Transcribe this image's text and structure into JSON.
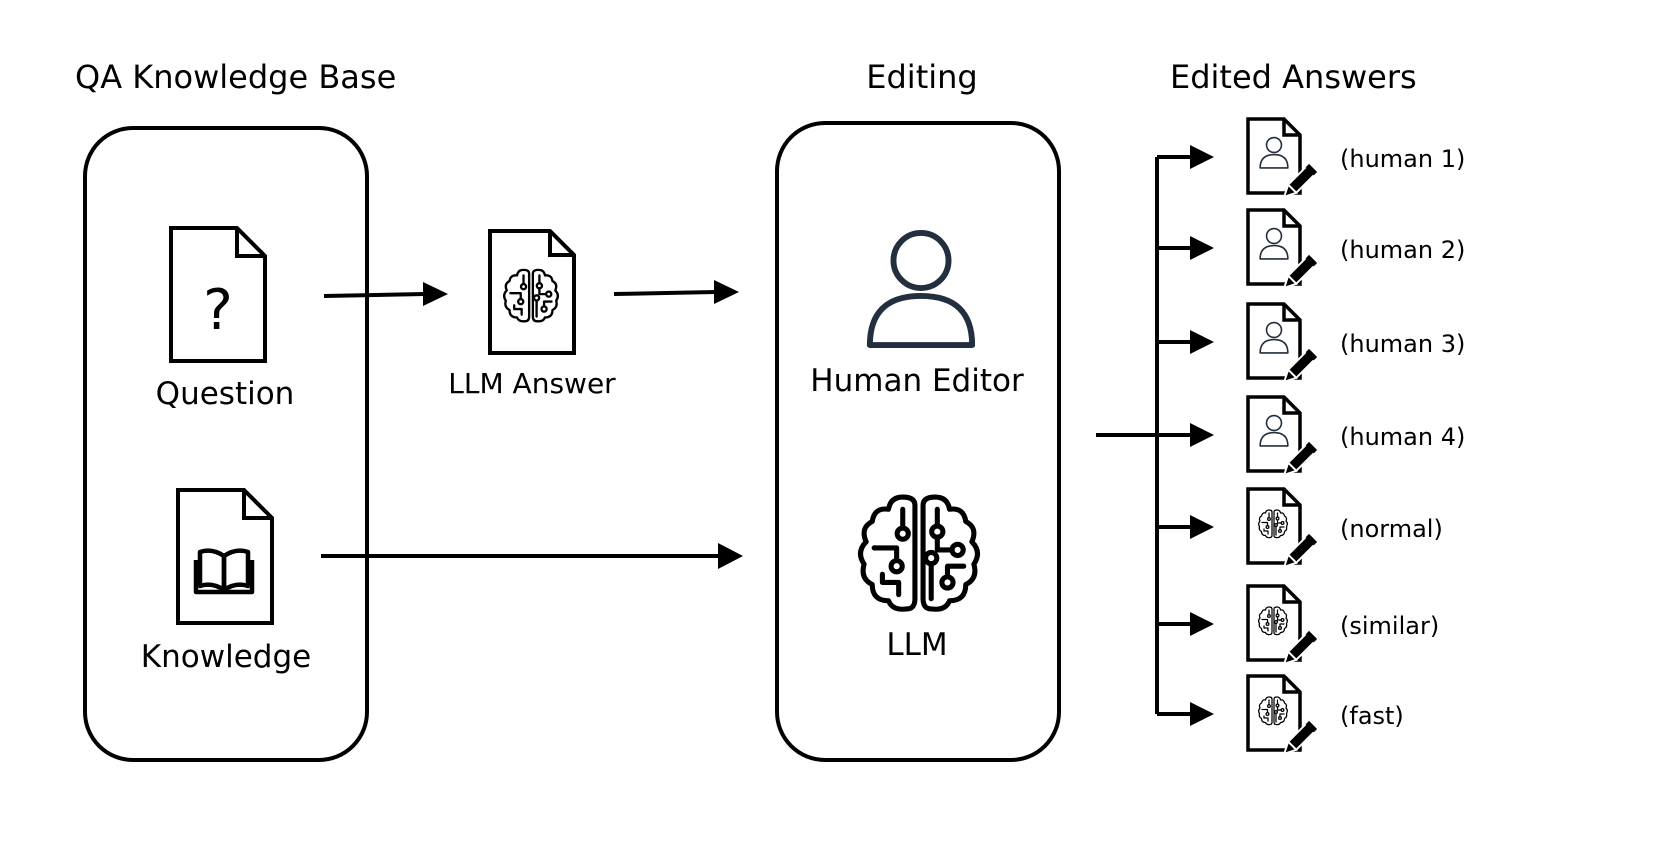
{
  "sections": {
    "kb_title": "QA Knowledge Base",
    "editing_title": "Editing",
    "edited_title": "Edited Answers"
  },
  "nodes": {
    "question": {
      "label": "Question",
      "icon": "question-mark-icon",
      "glyph": "?"
    },
    "knowledge": {
      "label": "Knowledge",
      "icon": "open-book-icon"
    },
    "llm_answer": {
      "label": "LLM Answer",
      "icon": "brain-circuit-icon"
    },
    "human_editor": {
      "label": "Human Editor",
      "icon": "person-icon"
    },
    "llm": {
      "label": "LLM",
      "icon": "brain-circuit-icon"
    }
  },
  "edited_answers": [
    {
      "label": "(human 1)",
      "icon": "person-icon"
    },
    {
      "label": "(human 2)",
      "icon": "person-icon"
    },
    {
      "label": "(human 3)",
      "icon": "person-icon"
    },
    {
      "label": "(human 4)",
      "icon": "person-icon"
    },
    {
      "label": "(normal)",
      "icon": "brain-circuit-icon"
    },
    {
      "label": "(similar)",
      "icon": "brain-circuit-icon"
    },
    {
      "label": "(fast)",
      "icon": "brain-circuit-icon"
    }
  ],
  "colors": {
    "stroke": "#000000",
    "person_stroke": "#232f3e",
    "background": "#ffffff"
  }
}
